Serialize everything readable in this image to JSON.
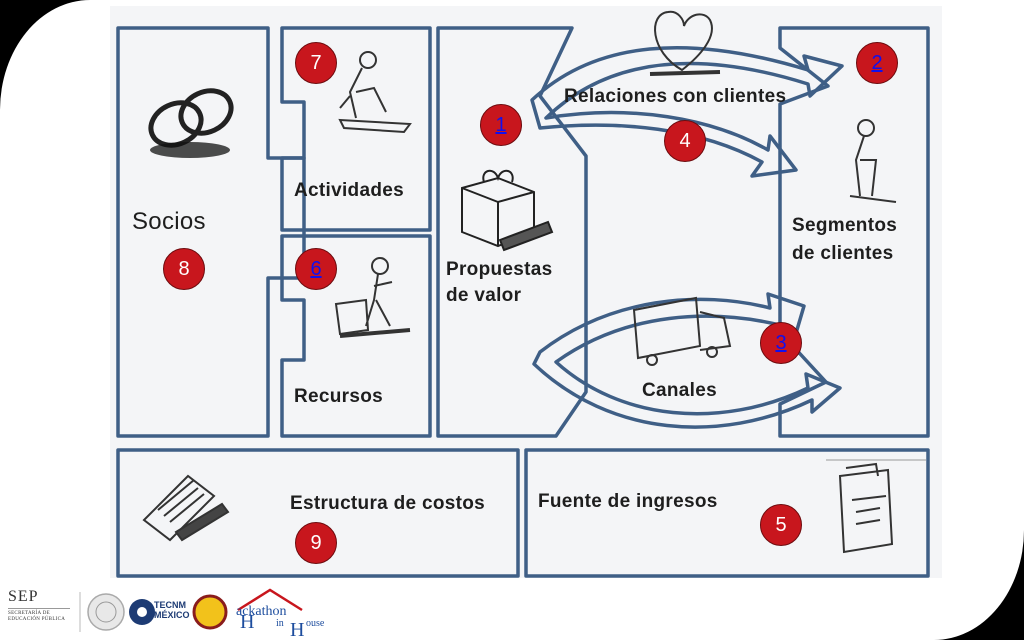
{
  "canvas": {
    "blocks": {
      "socios": "Socios",
      "actividades": "Actividades",
      "recursos": "Recursos",
      "propuestas_line1": "Propuestas",
      "propuestas_line2": "de valor",
      "relaciones": "Relaciones con clientes",
      "canales": "Canales",
      "segmentos_line1": "Segmentos",
      "segmentos_line2": "de clientes",
      "estructura": "Estructura de costos",
      "fuente": "Fuente de ingresos"
    },
    "badges": {
      "b1": "1",
      "b2": "2",
      "b3": "3",
      "b4": "4",
      "b5": "5",
      "b6": "6",
      "b7": "7",
      "b8": "8",
      "b9": "9"
    }
  },
  "footer": {
    "sep_title": "SEP",
    "sep_sub1": "SECRETARÍA DE",
    "sep_sub2": "EDUCACIÓN PÚBLICA",
    "tecnm_line1": "TECNM",
    "tecnm_line2": "MÉXICO",
    "hackathon_word": "ackathon",
    "hackathon_in": "in",
    "hackathon_house": "ouse"
  },
  "colors": {
    "frame": "#3f5f86",
    "badge": "#c8161d",
    "link": "#1010ee",
    "background_outer": "#000000"
  }
}
